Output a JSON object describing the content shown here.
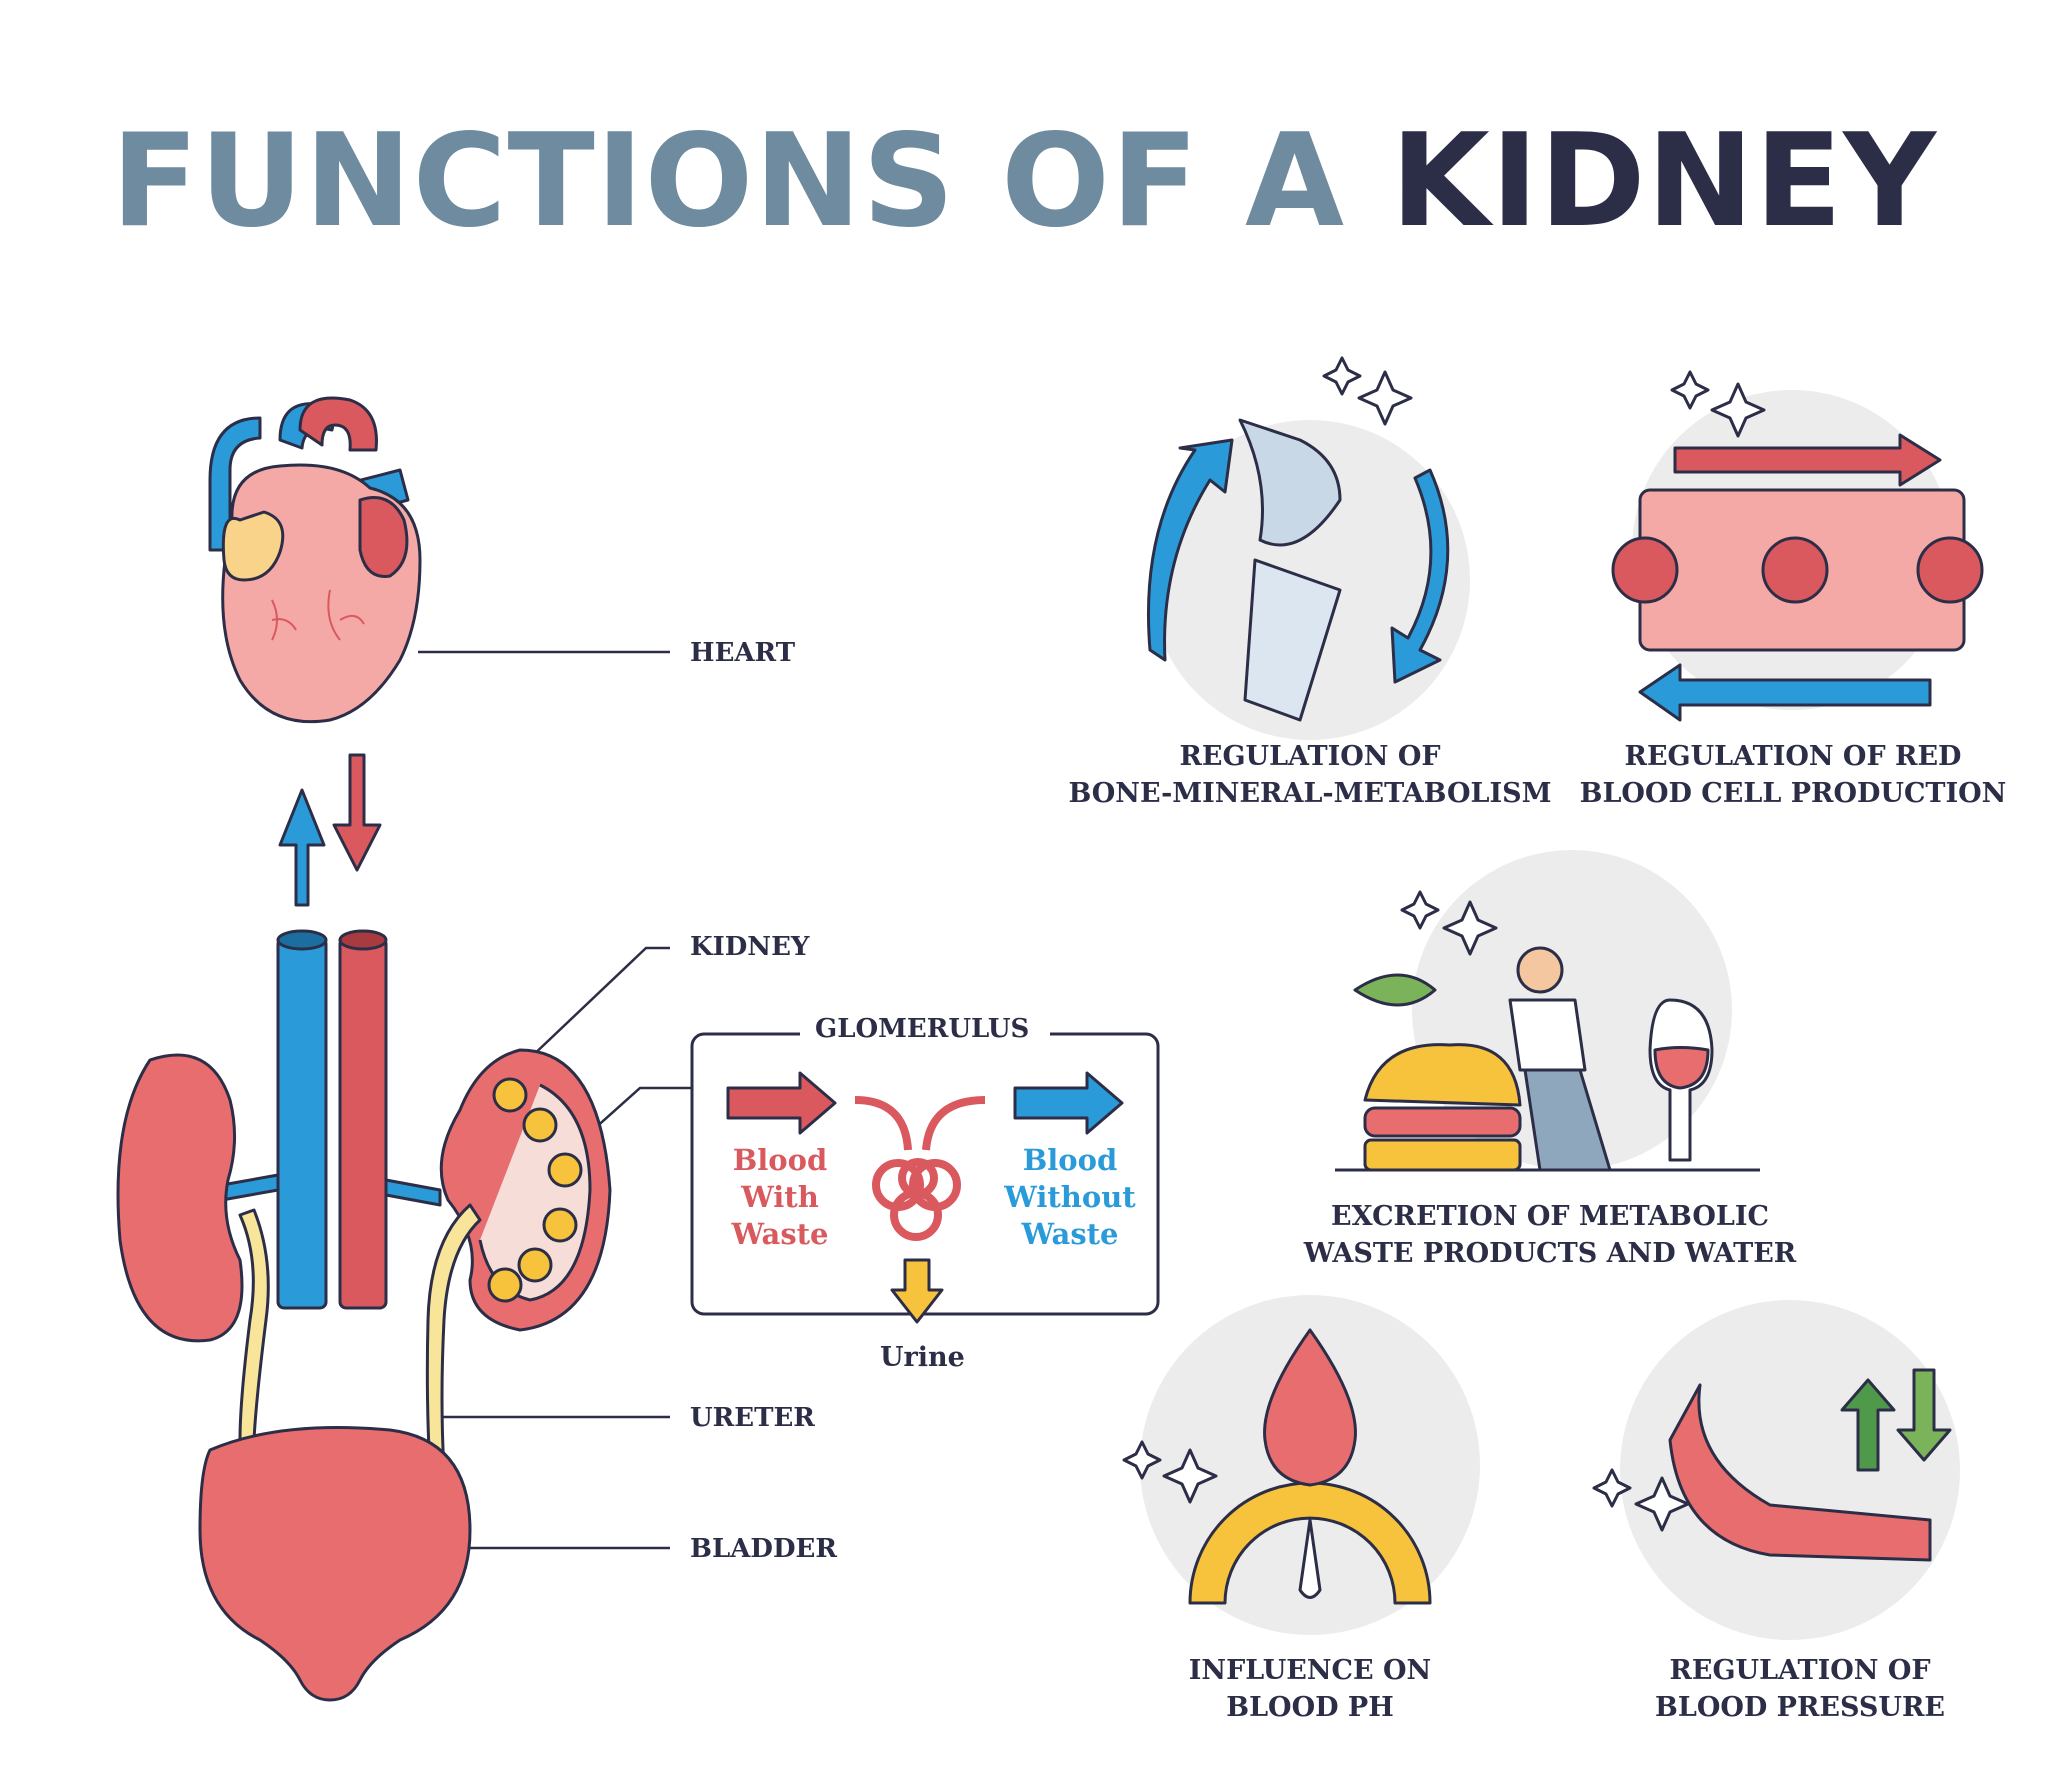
{
  "title": {
    "part1": "FUNCTIONS OF A",
    "part2": "KIDNEY"
  },
  "colors": {
    "title_light": "#6f8ba0",
    "title_dark": "#2c2e48",
    "artery_red": "#d9595f",
    "vein_blue": "#2a9bd8",
    "urine_yellow": "#f7c23c",
    "up_green": "#4f9a4a"
  },
  "anatomy_labels": {
    "heart": "HEART",
    "kidney": "KIDNEY",
    "ureter": "URETER",
    "bladder": "BLADDER"
  },
  "glomerulus": {
    "title": "GLOMERULUS",
    "blood_with_waste": [
      "Blood",
      "With",
      "Waste"
    ],
    "blood_without_waste": [
      "Blood",
      "Without",
      "Waste"
    ],
    "urine": "Urine"
  },
  "functions": [
    {
      "icon": "bone-joint-icon",
      "lines": [
        "REGULATION OF",
        "BONE-MINERAL-METABOLISM"
      ]
    },
    {
      "icon": "blood-vessel-icon",
      "lines": [
        "REGULATION OF RED",
        "BLOOD CELL PRODUCTION"
      ]
    },
    {
      "icon": "eating-person-icon",
      "lines": [
        "EXCRETION OF METABOLIC",
        "WASTE PRODUCTS AND WATER"
      ]
    },
    {
      "icon": "ph-gauge-icon",
      "lines": [
        "INFLUENCE ON",
        "BLOOD PH"
      ]
    },
    {
      "icon": "artery-pressure-icon",
      "lines": [
        "REGULATION OF",
        "BLOOD PRESSURE"
      ]
    }
  ]
}
